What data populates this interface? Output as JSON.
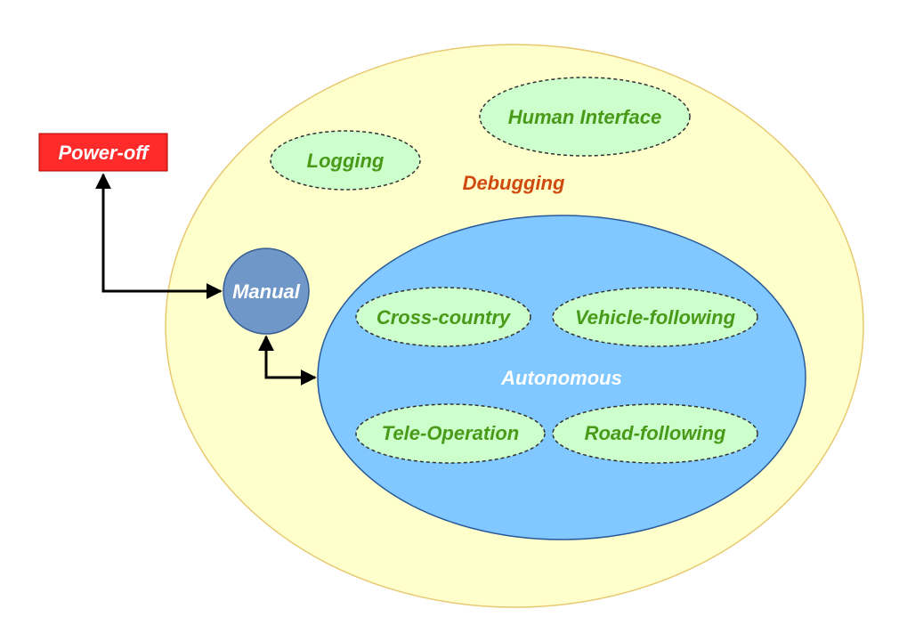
{
  "diagram": {
    "outer": {
      "label": "Debugging",
      "label_color": "#d04a10",
      "fill": "#ffffcc",
      "stroke": "#e8c870"
    },
    "power_off": {
      "label": "Power-off",
      "fill": "#ff2a2a",
      "text_color": "#ffffff"
    },
    "manual": {
      "label": "Manual",
      "fill": "#6f97c8",
      "stroke": "#3a5f94",
      "text_color": "#ffffff"
    },
    "autonomous": {
      "label": "Autonomous",
      "fill": "#80c8ff",
      "stroke": "#2a5a9a",
      "text_color": "#ffffff"
    },
    "submodes": {
      "human_interface": "Human Interface",
      "logging": "Logging",
      "cross_country": "Cross-country",
      "vehicle_following": "Vehicle-following",
      "tele_operation": "Tele-Operation",
      "road_following": "Road-following"
    },
    "submode_style": {
      "fill": "#ccffcc",
      "text_color": "#4a9a1a"
    }
  }
}
